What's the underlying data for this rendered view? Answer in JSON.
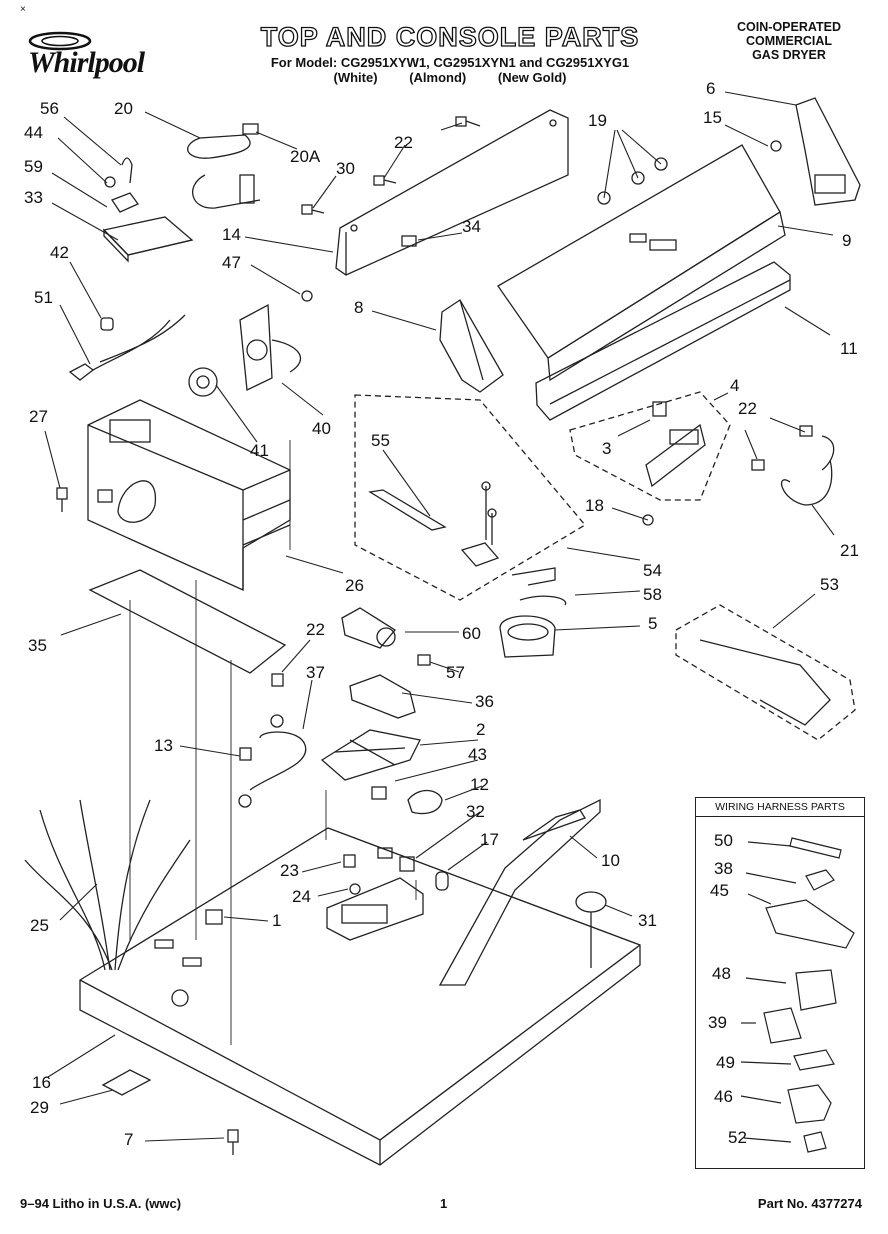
{
  "header": {
    "corner_mark": "×",
    "brand": "Whirlpool",
    "title": "TOP AND CONSOLE PARTS",
    "model_line": "For Model: CG2951XYW1, CG2951XYN1 and CG2951XYG1",
    "colors": [
      "(White)",
      "(Almond)",
      "(New Gold)"
    ],
    "machine_type": [
      "COIN-OPERATED",
      "COMMERCIAL",
      "GAS DRYER"
    ]
  },
  "inset": {
    "title": "WIRING HARNESS PARTS",
    "labels": [
      "50",
      "38",
      "45",
      "48",
      "39",
      "49",
      "46",
      "52"
    ]
  },
  "callouts": [
    "56",
    "44",
    "59",
    "33",
    "42",
    "51",
    "27",
    "20",
    "20A",
    "22",
    "30",
    "14",
    "34",
    "47",
    "8",
    "40",
    "41",
    "55",
    "6",
    "15",
    "19",
    "9",
    "11",
    "4",
    "3",
    "22",
    "21",
    "18",
    "54",
    "58",
    "5",
    "53",
    "26",
    "35",
    "60",
    "57",
    "22",
    "37",
    "36",
    "2",
    "43",
    "12",
    "32",
    "17",
    "10",
    "13",
    "23",
    "24",
    "1",
    "31",
    "25",
    "16",
    "29",
    "7"
  ],
  "footer": {
    "left": "9–94 Litho in U.S.A. (wwc)",
    "page": "1",
    "part_no": "Part No. 4377274"
  }
}
